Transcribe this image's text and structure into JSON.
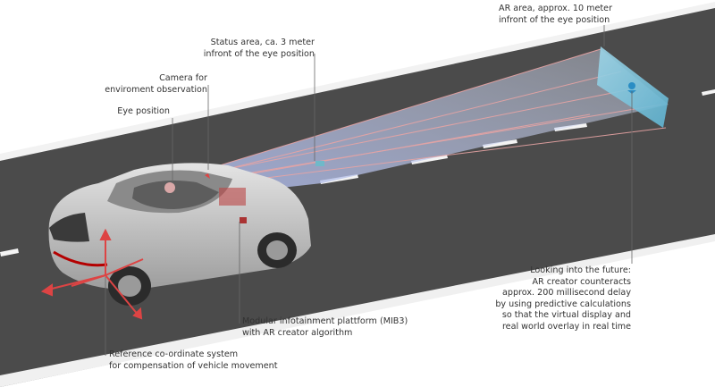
{
  "labels": {
    "ar_area": [
      "AR area, approx. 10 meter",
      "infront of the eye position"
    ],
    "status_area": [
      "Status area, ca. 3 meter",
      "infront of the eye position"
    ],
    "camera": [
      "Camera for",
      "enviroment observation"
    ],
    "eye_position": [
      "Eye position"
    ],
    "future": [
      "Looking into the future:",
      "AR creator counteracts",
      "approx. 200 millisecond delay",
      "by using predictive calculations",
      "so that the virtual display and",
      "real world overlay in real time"
    ],
    "mib3": [
      "Modular infotainment plattform (MIB3)",
      "with AR creator algorithm"
    ],
    "reference": [
      "Reference co-ordinate system",
      "for compensation of vehicle movement"
    ]
  },
  "colors": {
    "road": "#4a4a4a",
    "ar_panel": "#7fc6dd",
    "projection": "#bcc7e8",
    "sightline": "#e8a0a0",
    "car": "#c9c9c9",
    "leader_line": "#666666"
  }
}
